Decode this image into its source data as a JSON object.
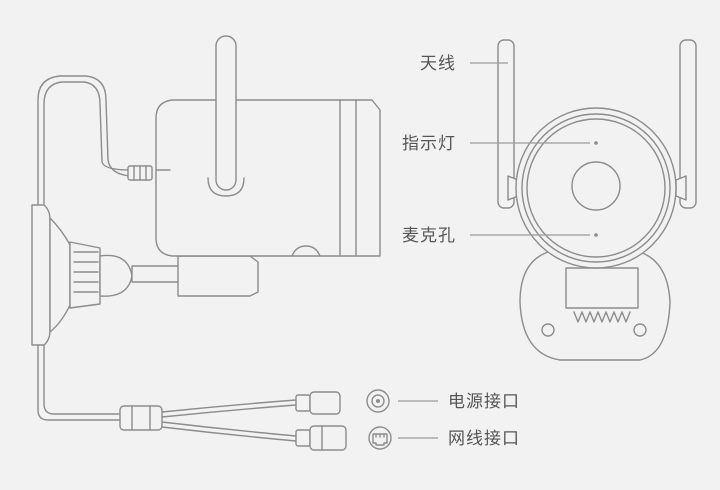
{
  "labels": {
    "antenna": "天线",
    "indicator": "指示灯",
    "microphone": "麦克孔",
    "power_port": "电源接口",
    "network_port": "网线接口"
  },
  "colors": {
    "background": "#f2f2f2",
    "line": "#8c8c8c",
    "text": "#555555"
  }
}
